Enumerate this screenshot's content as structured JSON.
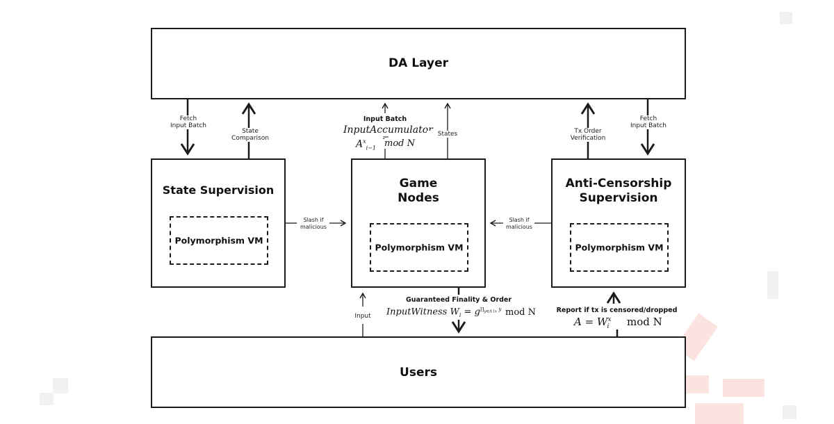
{
  "boxes": {
    "da_layer": "DA Layer",
    "state_supervision": "State Supervision",
    "game_nodes": "Game\nNodes",
    "anti_censorship": "Anti-Censorship\nSupervision",
    "users": "Users"
  },
  "vm_label": "Polymorphism VM",
  "arrows": {
    "fetch_input_batch_left": "Fetch\nInput Batch",
    "state_comparison": "State\nComparison",
    "input_batch": "Input Batch",
    "states": "States",
    "tx_order_verification": "Tx Order\nVerification",
    "fetch_input_batch_right": "Fetch\nInput Batch",
    "slash_left": "Slash if\nmalicious",
    "slash_right": "Slash if\nmalicious",
    "input": "Input",
    "guaranteed_finality": "Guaranteed Finality & Order",
    "report_censored": "Report if tx is censored/dropped"
  },
  "formulas": {
    "input_accumulator": "InputAccumulator",
    "accumulator_eq": "=",
    "accumulator_base": "A",
    "accumulator_mod": "mod N",
    "input_witness": "InputWitness W",
    "witness_mod": "mod N",
    "report_lhs": "A = W",
    "report_mod": "mod N"
  },
  "colors": {
    "stroke": "#1a1a1a",
    "background": "#ffffff",
    "watermark": "#fbe4e0"
  }
}
